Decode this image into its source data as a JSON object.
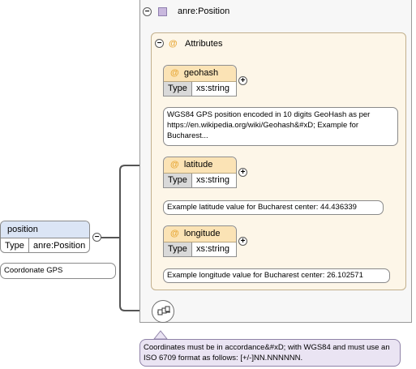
{
  "complex_type": {
    "name": "anre:Position"
  },
  "attributes_group": {
    "title": "Attributes"
  },
  "attributes": [
    {
      "name": "geohash",
      "type_key": "Type",
      "type_value": "xs:string",
      "doc": "WGS84 GPS position encoded in 10 digits GeoHash as per https://en.wikipedia.org/wiki/Geohash&#xD; Example for Bucharest..."
    },
    {
      "name": "latitude",
      "type_key": "Type",
      "type_value": "xs:string",
      "doc": "Example latitude value for Bucharest center: 44.436339"
    },
    {
      "name": "longitude",
      "type_key": "Type",
      "type_value": "xs:string",
      "doc": "Example longitude value for Bucharest center: 26.102571"
    }
  ],
  "element": {
    "name": "position",
    "type_key": "Type",
    "type_value": "anre:Position",
    "doc": "Coordonate GPS"
  },
  "type_doc": "Coordinates must be in accordance&#xD; with WGS84 and must use an ISO 6709 format as follows: [+/-]NN.NNNNNN.",
  "icons": {
    "collapse": "−",
    "expand": "+",
    "attribute": "@"
  }
}
